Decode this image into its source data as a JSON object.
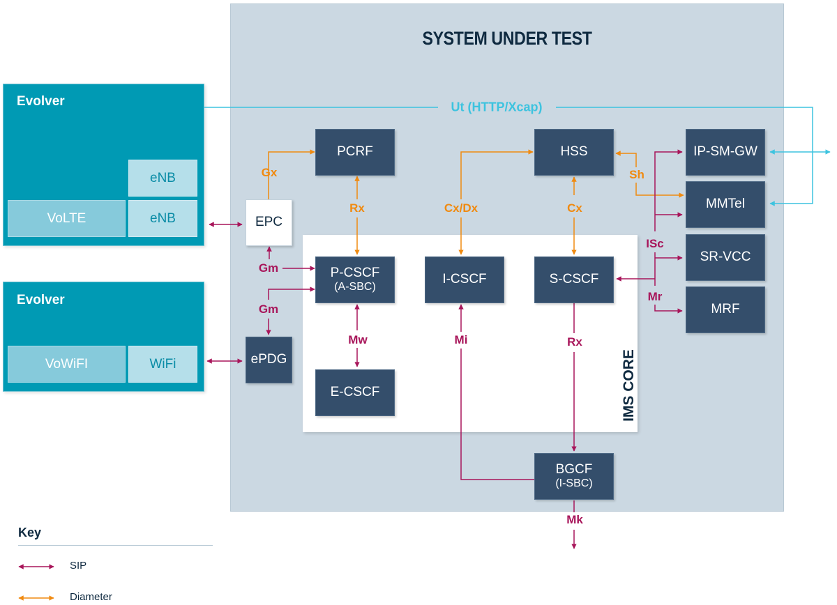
{
  "system_under_test": {
    "title": "SYSTEM UNDER TEST",
    "ims_core_label": "IMS CORE"
  },
  "evolvers": [
    {
      "title": "Evolver",
      "subblocks": [
        "eNB",
        "VoLTE",
        "eNB"
      ]
    },
    {
      "title": "Evolver",
      "subblocks": [
        "VoWiFI",
        "WiFi"
      ]
    }
  ],
  "nodes": {
    "epc": "EPC",
    "epdg": "ePDG",
    "pcrf": "PCRF",
    "hss": "HSS",
    "ip_sm_gw": "IP-SM-GW",
    "mmtel": "MMTel",
    "sr_vcc": "SR-VCC",
    "mrf": "MRF",
    "p_cscf": {
      "name": "P-CSCF",
      "alias": "(A-SBC)"
    },
    "i_cscf": "I-CSCF",
    "s_cscf": "S-CSCF",
    "e_cscf": "E-CSCF",
    "bgcf": {
      "name": "BGCF",
      "alias": "(I-SBC)"
    }
  },
  "interfaces": {
    "ut": "Ut (HTTP/Xcap)",
    "gx": "Gx",
    "rx_pcrf": "Rx",
    "cx_dx": "Cx/Dx",
    "cx": "Cx",
    "sh": "Sh",
    "gm_epc": "Gm",
    "gm_epdg": "Gm",
    "mw": "Mw",
    "mi": "Mi",
    "rx_scscf": "Rx",
    "isc": "ISc",
    "mr": "Mr",
    "mk": "Mk"
  },
  "colors": {
    "sip": "#a8155a",
    "diameter": "#f08a10",
    "ut": "#3dc3df",
    "node": "#344e6b",
    "evolver": "#009ab4",
    "sut_background": "#cbd8e2"
  },
  "key": {
    "title": "Key",
    "items": [
      {
        "label": "SIP",
        "type": "sip"
      },
      {
        "label": "Diameter",
        "type": "diameter"
      }
    ]
  }
}
